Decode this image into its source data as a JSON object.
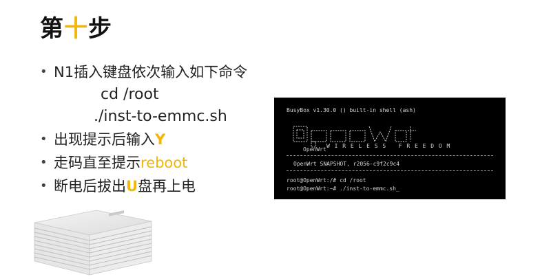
{
  "title": {
    "prefix": "第",
    "highlight": "十",
    "suffix": "步"
  },
  "bullets": {
    "b1": "N1插入键盘依次输入如下命令",
    "cmd1": "cd /root",
    "cmd2": "./inst-to-emmc.sh",
    "b2_prefix": "出现提示后输入",
    "b2_highlight": "Y",
    "b3_prefix": "走码直至提示",
    "b3_highlight": "reboot",
    "b4_prefix": "断电后拔出",
    "b4_highlight": "U",
    "b4_suffix": "盘再上电"
  },
  "terminal": {
    "busybox_line": "BusyBox v1.30.0 () built-in shell (ash)",
    "logo_text": "OpenWrt",
    "tagline": "W I R E L E S S   F R E E D O M",
    "version_line": "OpenWrt SNAPSHOT, r2056-c9f2c9c4",
    "prompt1": "root@OpenWrt:/# cd /root",
    "prompt2": "root@OpenWrt:~# ./inst-to-emmc.sh_"
  },
  "colors": {
    "accent": "#f2b705",
    "terminal_bg": "#000000",
    "terminal_fg": "#d8d8d8"
  }
}
